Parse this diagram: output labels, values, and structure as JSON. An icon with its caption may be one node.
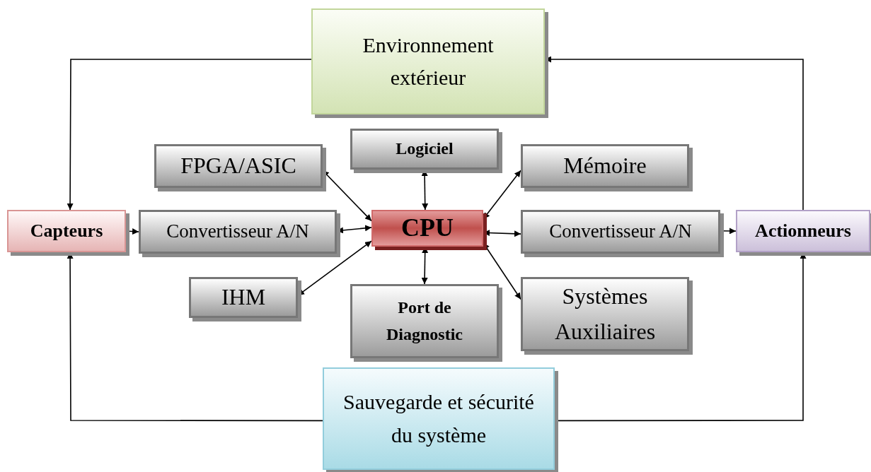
{
  "diagram": {
    "nodes": [
      {
        "text": [
          "Environnement extérieur"
        ]
      },
      {
        "text": [
          "Logiciel"
        ]
      },
      {
        "text": [
          "FPGA/ASIC"
        ]
      },
      {
        "text": [
          "Mémoire"
        ]
      },
      {
        "text": [
          "Capteurs"
        ]
      },
      {
        "text": [
          "Convertisseur A/N"
        ]
      },
      {
        "text": [
          "CPU"
        ]
      },
      {
        "text": [
          "Convertisseur A/N"
        ]
      },
      {
        "text": [
          "Actionneurs"
        ]
      },
      {
        "text": [
          "IHM"
        ]
      },
      {
        "text": [
          "Port de Diagnostic"
        ]
      },
      {
        "text": [
          "Systèmes Auxiliaires"
        ]
      },
      {
        "text": [
          "Sauvegarde et sécurité du système"
        ]
      }
    ],
    "edges": [
      {
        "from": 0,
        "to": 4,
        "arrow": "to"
      },
      {
        "from": 8,
        "to": 0,
        "arrow": "to"
      },
      {
        "from": 12,
        "to": 4,
        "arrow": "to"
      },
      {
        "from": 12,
        "to": 8,
        "arrow": "to"
      },
      {
        "from": 4,
        "to": 5,
        "arrow": "to"
      },
      {
        "from": 5,
        "to": 6,
        "arrow": "both"
      },
      {
        "from": 2,
        "to": 6,
        "arrow": "both"
      },
      {
        "from": 9,
        "to": 6,
        "arrow": "both"
      },
      {
        "from": 1,
        "to": 6,
        "arrow": "both"
      },
      {
        "from": 10,
        "to": 6,
        "arrow": "both"
      },
      {
        "from": 3,
        "to": 6,
        "arrow": "both"
      },
      {
        "from": 7,
        "to": 6,
        "arrow": "both"
      },
      {
        "from": 11,
        "to": 6,
        "arrow": "both"
      },
      {
        "from": 7,
        "to": 8,
        "arrow": "to"
      }
    ]
  }
}
